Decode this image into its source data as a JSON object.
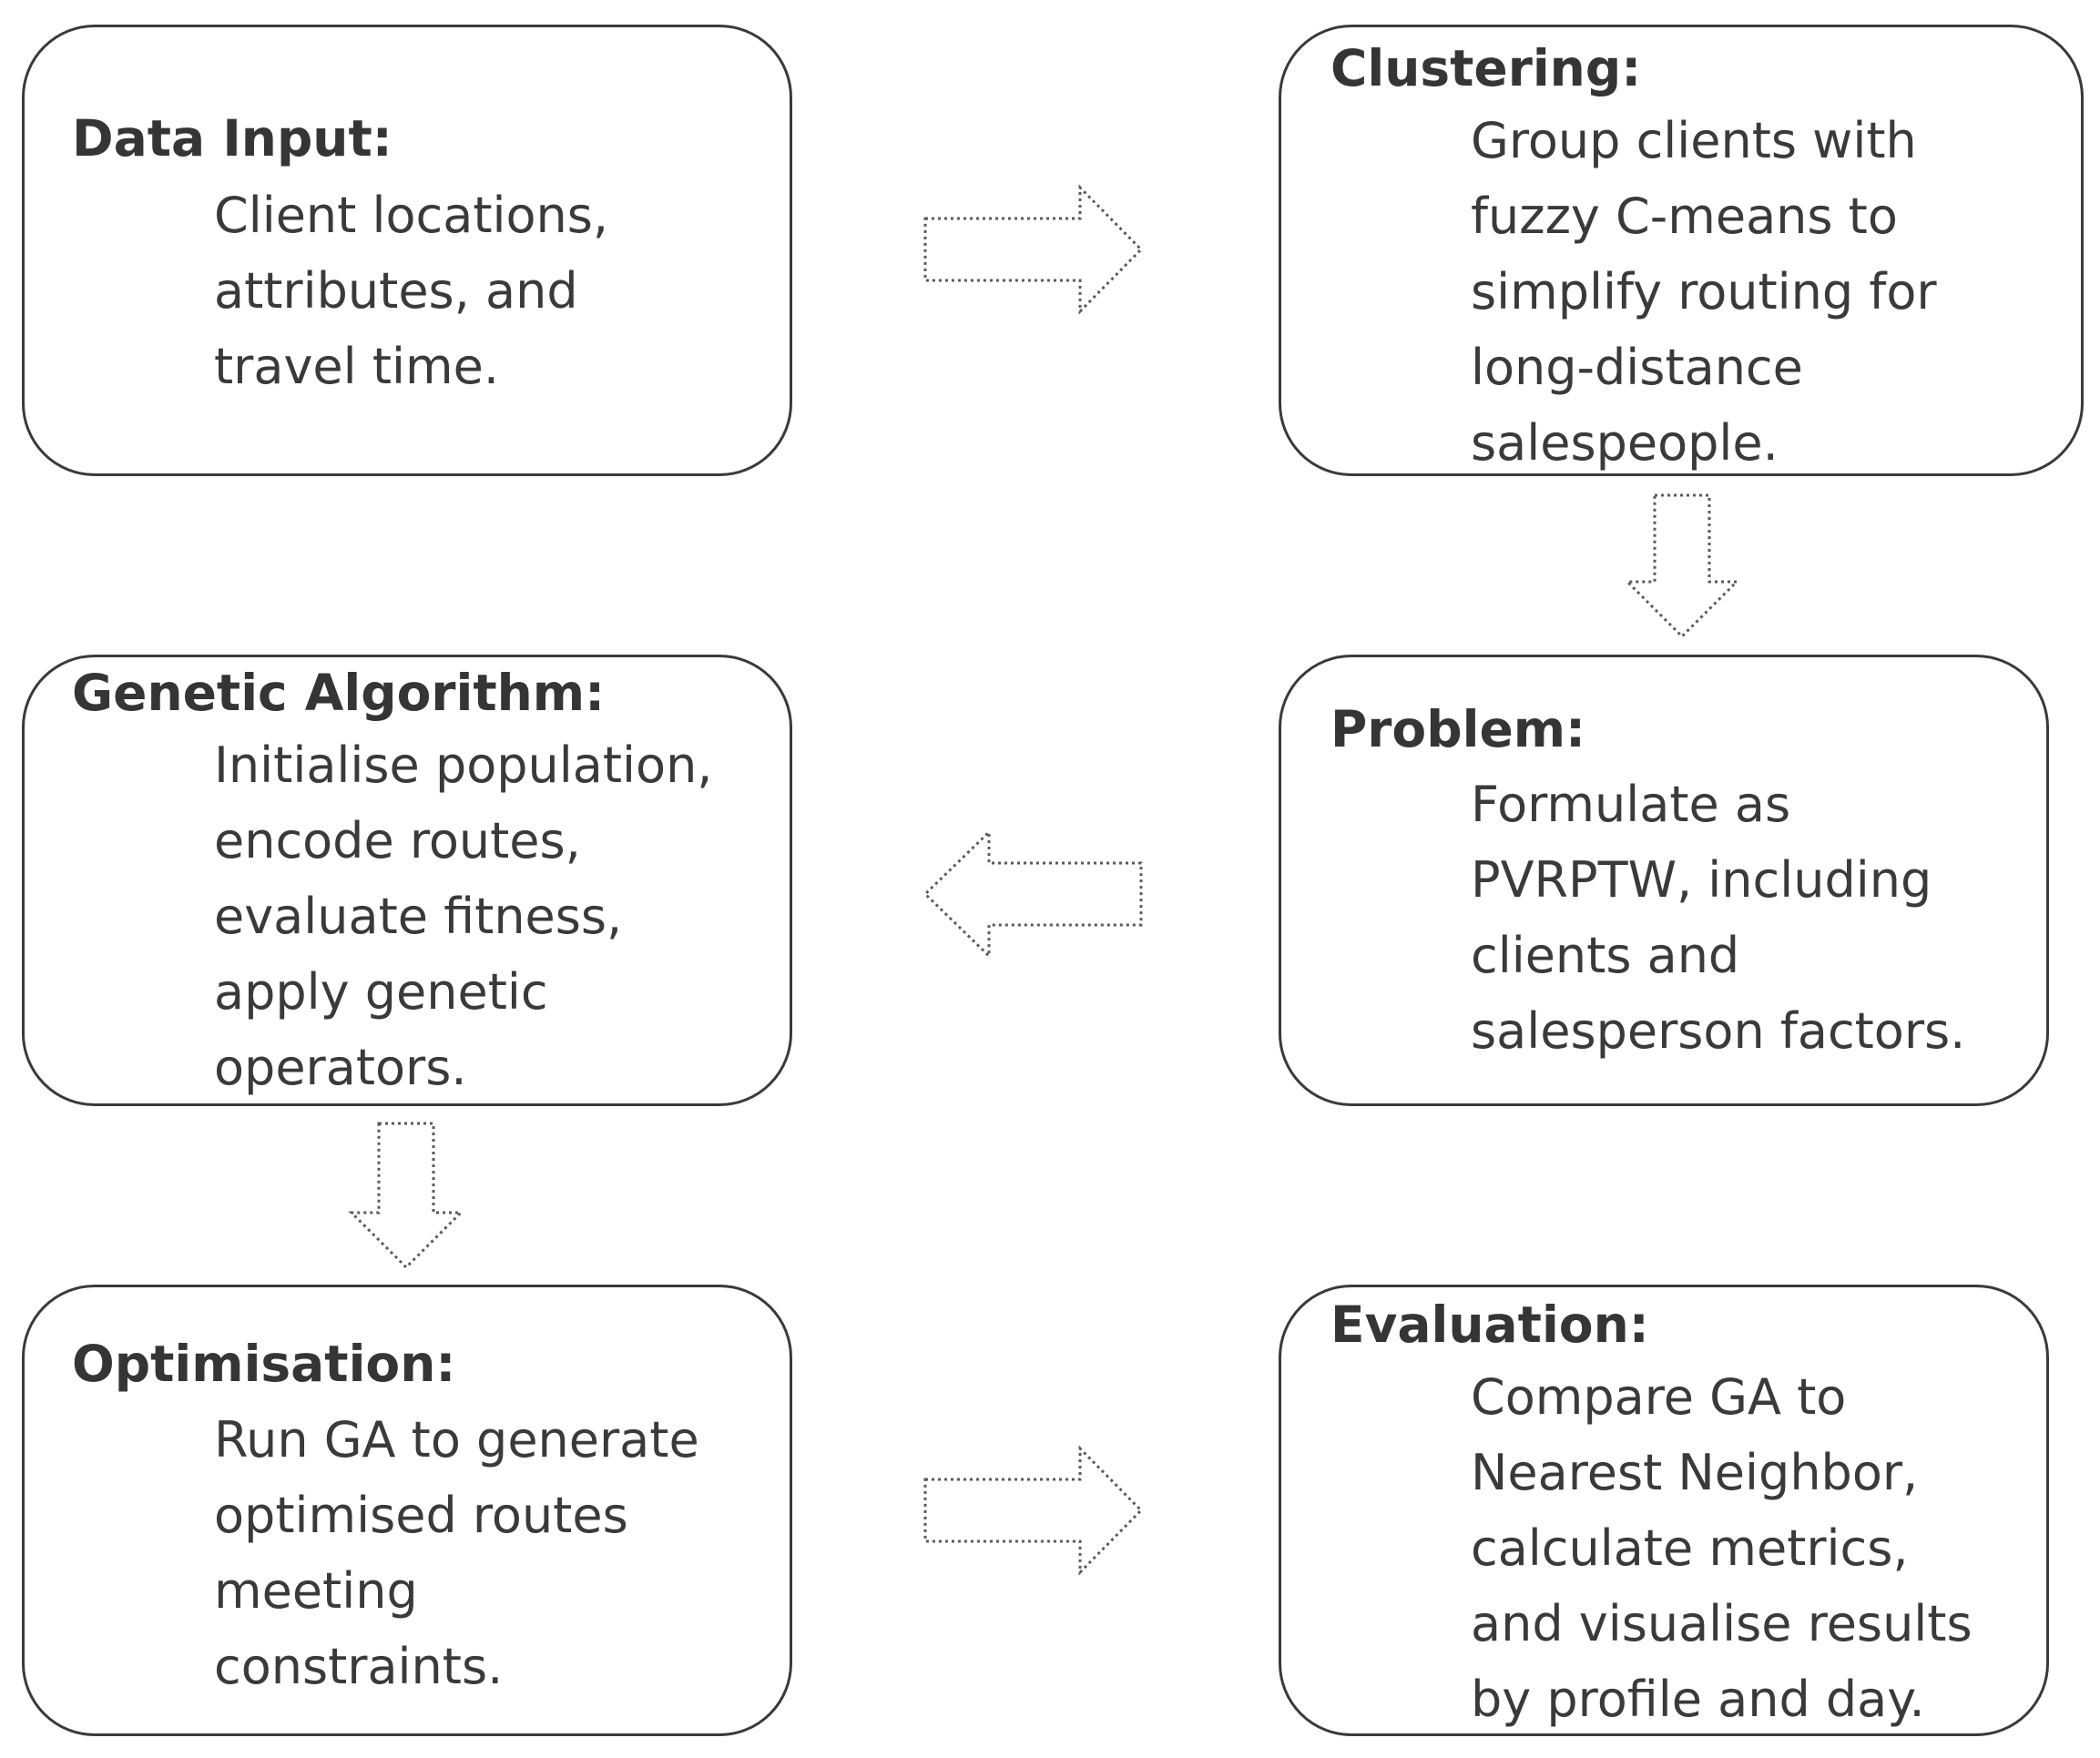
{
  "diagram": {
    "nodes": [
      {
        "id": "data-input",
        "title": "Data Input:",
        "body_lines": [
          "Client locations,",
          "attributes, and",
          "travel time."
        ]
      },
      {
        "id": "clustering",
        "title": "Clustering:",
        "body_lines": [
          "Group clients with",
          "fuzzy C-means to",
          "simplify routing for",
          "long-distance",
          "salespeople."
        ]
      },
      {
        "id": "problem",
        "title": "Problem:",
        "body_lines": [
          "Formulate as",
          "PVRPTW, including",
          "clients and",
          "salesperson factors."
        ]
      },
      {
        "id": "genetic-algorithm",
        "title": "Genetic Algorithm:",
        "body_lines": [
          "Initialise population,",
          "encode routes,",
          "evaluate fitness,",
          "apply genetic",
          "operators."
        ]
      },
      {
        "id": "optimisation",
        "title": "Optimisation:",
        "body_lines": [
          "Run GA to generate",
          "optimised routes",
          "meeting",
          "constraints."
        ]
      },
      {
        "id": "evaluation",
        "title": "Evaluation:",
        "body_lines": [
          "Compare GA to",
          "Nearest Neighbor,",
          "calculate metrics,",
          "and visualise results",
          "by profile and day."
        ]
      }
    ],
    "edges": [
      {
        "from": "data-input",
        "to": "clustering",
        "direction": "right"
      },
      {
        "from": "clustering",
        "to": "problem",
        "direction": "down"
      },
      {
        "from": "problem",
        "to": "genetic-algorithm",
        "direction": "left"
      },
      {
        "from": "genetic-algorithm",
        "to": "optimisation",
        "direction": "down"
      },
      {
        "from": "optimisation",
        "to": "evaluation",
        "direction": "right"
      }
    ],
    "colors": {
      "box_border": "#3a3a3a",
      "text": "#3a3a3a",
      "arrow_stroke": "#5a5a5a"
    }
  }
}
